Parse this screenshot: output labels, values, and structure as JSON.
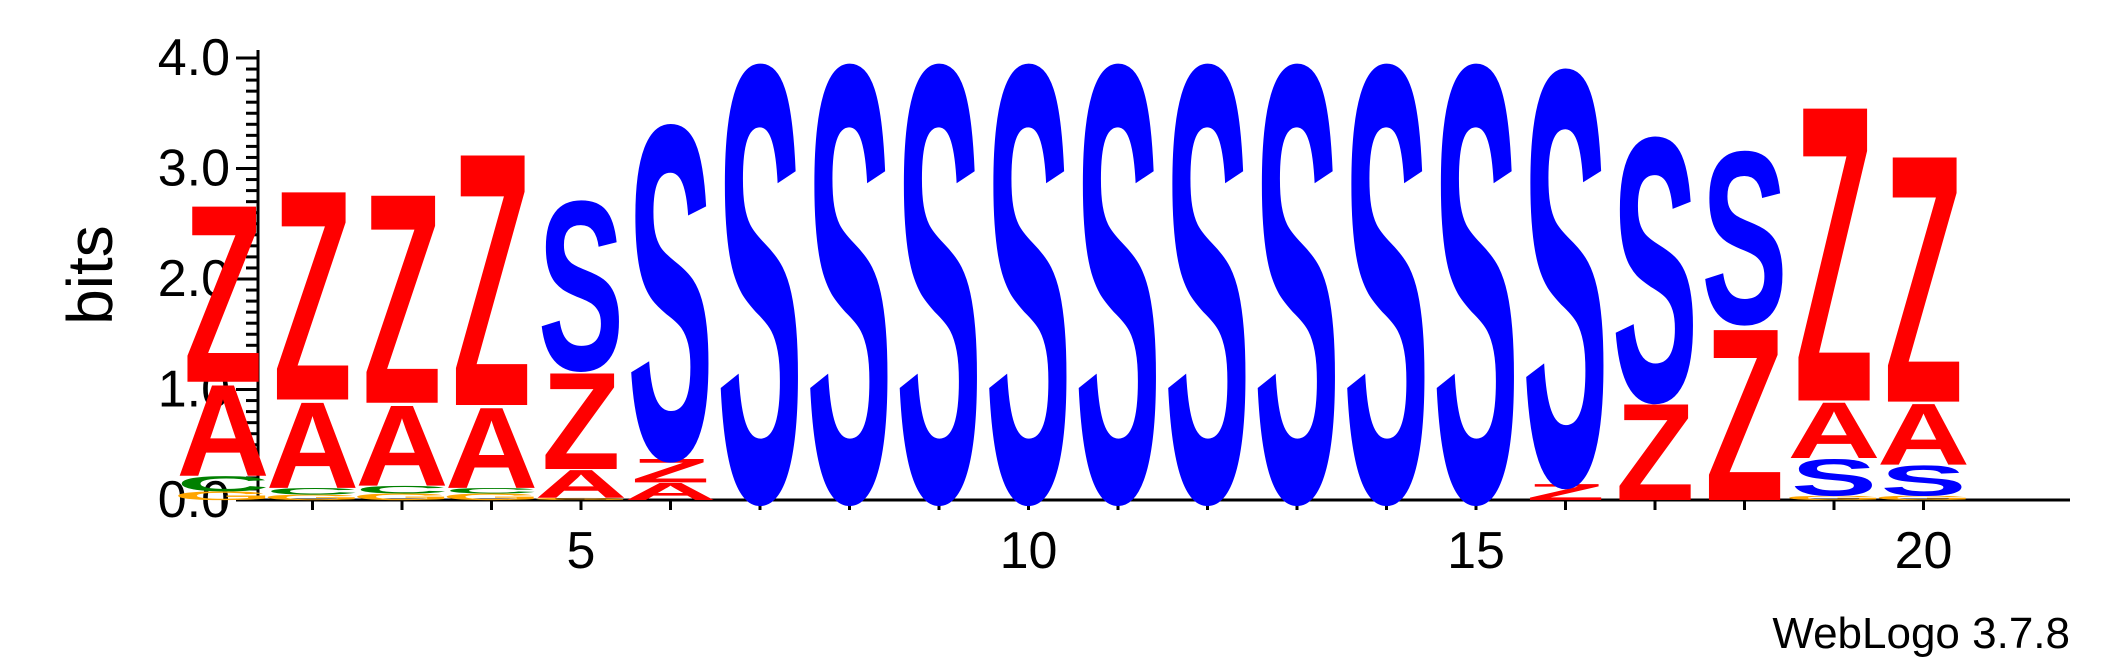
{
  "chart_data": {
    "type": "sequence-logo",
    "ylabel": "bits",
    "ylim": [
      0,
      4.0
    ],
    "y_ticks": [
      "0.0",
      "1.0",
      "2.0",
      "3.0",
      "4.0"
    ],
    "x_ticks": [
      "5",
      "10",
      "15",
      "20"
    ],
    "credit": "WebLogo 3.7.8",
    "colors": {
      "Z": "#ff0000",
      "A": "#ff0000",
      "S": "#0000ff",
      "C": "#008000",
      "G": "#ffa500"
    },
    "positions": [
      {
        "pos": 1,
        "letters": [
          {
            "l": "G",
            "h": 0.08
          },
          {
            "l": "C",
            "h": 0.14
          },
          {
            "l": "A",
            "h": 0.85
          },
          {
            "l": "Z",
            "h": 1.65
          }
        ]
      },
      {
        "pos": 2,
        "letters": [
          {
            "l": "G",
            "h": 0.05
          },
          {
            "l": "C",
            "h": 0.06
          },
          {
            "l": "A",
            "h": 0.8
          },
          {
            "l": "Z",
            "h": 1.95
          }
        ]
      },
      {
        "pos": 3,
        "letters": [
          {
            "l": "G",
            "h": 0.06
          },
          {
            "l": "C",
            "h": 0.07
          },
          {
            "l": "A",
            "h": 0.75
          },
          {
            "l": "Z",
            "h": 1.95
          }
        ]
      },
      {
        "pos": 4,
        "letters": [
          {
            "l": "G",
            "h": 0.06
          },
          {
            "l": "C",
            "h": 0.05
          },
          {
            "l": "A",
            "h": 0.75
          },
          {
            "l": "Z",
            "h": 2.35
          }
        ]
      },
      {
        "pos": 5,
        "letters": [
          {
            "l": "G",
            "h": 0.02
          },
          {
            "l": "A",
            "h": 0.26
          },
          {
            "l": "Z",
            "h": 0.9
          },
          {
            "l": "S",
            "h": 1.57
          }
        ]
      },
      {
        "pos": 6,
        "letters": [
          {
            "l": "A",
            "h": 0.16
          },
          {
            "l": "Z",
            "h": 0.22
          },
          {
            "l": "S",
            "h": 3.1
          }
        ]
      },
      {
        "pos": 7,
        "letters": [
          {
            "l": "S",
            "h": 4.05
          }
        ]
      },
      {
        "pos": 8,
        "letters": [
          {
            "l": "S",
            "h": 4.05
          }
        ]
      },
      {
        "pos": 9,
        "letters": [
          {
            "l": "S",
            "h": 4.05
          }
        ]
      },
      {
        "pos": 10,
        "letters": [
          {
            "l": "S",
            "h": 4.05
          }
        ]
      },
      {
        "pos": 11,
        "letters": [
          {
            "l": "S",
            "h": 4.05
          }
        ]
      },
      {
        "pos": 12,
        "letters": [
          {
            "l": "S",
            "h": 4.05
          }
        ]
      },
      {
        "pos": 13,
        "letters": [
          {
            "l": "S",
            "h": 4.05
          }
        ]
      },
      {
        "pos": 14,
        "letters": [
          {
            "l": "S",
            "h": 4.05
          }
        ]
      },
      {
        "pos": 15,
        "letters": [
          {
            "l": "S",
            "h": 4.05
          }
        ]
      },
      {
        "pos": 16,
        "letters": [
          {
            "l": "Z",
            "h": 0.15
          },
          {
            "l": "S",
            "h": 3.85
          }
        ]
      },
      {
        "pos": 17,
        "letters": [
          {
            "l": "Z",
            "h": 0.9
          },
          {
            "l": "S",
            "h": 2.45
          }
        ]
      },
      {
        "pos": 18,
        "letters": [
          {
            "l": "Z",
            "h": 1.6
          },
          {
            "l": "S",
            "h": 1.6
          }
        ]
      },
      {
        "pos": 19,
        "letters": [
          {
            "l": "G",
            "h": 0.04
          },
          {
            "l": "S",
            "h": 0.34
          },
          {
            "l": "A",
            "h": 0.52
          },
          {
            "l": "Z",
            "h": 2.75
          }
        ]
      },
      {
        "pos": 20,
        "letters": [
          {
            "l": "G",
            "h": 0.04
          },
          {
            "l": "S",
            "h": 0.28
          },
          {
            "l": "A",
            "h": 0.57
          },
          {
            "l": "Z",
            "h": 2.3
          }
        ]
      }
    ]
  }
}
